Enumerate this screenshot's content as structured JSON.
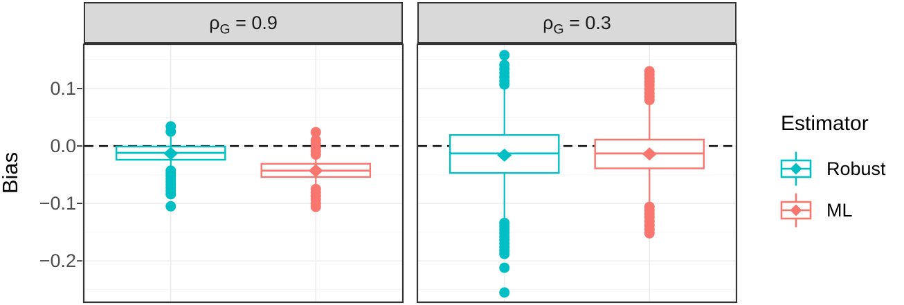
{
  "figure": {
    "y_axis": {
      "title": "Bias",
      "tick_labels": [
        "0.1",
        "0.0",
        "−0.1",
        "−0.2"
      ]
    },
    "facets": [
      {
        "strip": {
          "symbol": "ρ",
          "subscript": "G",
          "rest": " = 0.9"
        }
      },
      {
        "strip": {
          "symbol": "ρ",
          "subscript": "G",
          "rest": " = 0.3"
        }
      }
    ],
    "legend": {
      "title": "Estimator",
      "items": [
        {
          "label": "Robust",
          "color": "#00BFC4"
        },
        {
          "label": "ML",
          "color": "#F8766D"
        }
      ]
    },
    "colors": {
      "robust": "#00BFC4",
      "ml": "#F8766D",
      "strip_bg": "#D9D9D9",
      "panel_border": "#333333",
      "grid_major": "#EBEBEB",
      "grid_minor": "#F4F4F4",
      "reference_line": "#000000",
      "tick_text": "#4D4D4D"
    }
  },
  "chart_data": {
    "type": "boxplot",
    "title": "",
    "ylabel": "Bias",
    "ylim": [
      -0.272,
      0.177
    ],
    "y_ticks": [
      0.1,
      0.0,
      -0.1,
      -0.2
    ],
    "y_minor_ticks": [
      0.15,
      0.05,
      -0.05,
      -0.15,
      -0.25
    ],
    "reference_line_y": 0,
    "grid": true,
    "legend_title": "Estimator",
    "legend_position": "right",
    "facets": [
      {
        "title": "rho_G = 0.9",
        "groups": [
          {
            "name": "Robust",
            "color": "#00BFC4",
            "pos": 1,
            "stats": {
              "whisker_high": 0.016,
              "q3": -0.001,
              "median": -0.012,
              "mean": -0.013,
              "q1": -0.024,
              "whisker_low": -0.038
            },
            "outliers_high": [
              0.034,
              0.025
            ],
            "outliers_low": [
              -0.043,
              -0.047,
              -0.052,
              -0.057,
              -0.062,
              -0.067,
              -0.072,
              -0.078,
              -0.084,
              -0.105
            ]
          },
          {
            "name": "ML",
            "color": "#F8766D",
            "pos": 2,
            "stats": {
              "whisker_high": -0.018,
              "q3": -0.031,
              "median": -0.043,
              "mean": -0.043,
              "q1": -0.054,
              "whisker_low": -0.07
            },
            "outliers_high": [
              0.024,
              0.01,
              0.004,
              -0.003,
              -0.009,
              -0.015
            ],
            "outliers_low": [
              -0.075,
              -0.081,
              -0.087,
              -0.093,
              -0.1,
              -0.106
            ]
          }
        ]
      },
      {
        "title": "rho_G = 0.3",
        "groups": [
          {
            "name": "Robust",
            "color": "#00BFC4",
            "pos": 1,
            "stats": {
              "whisker_high": 0.106,
              "q3": 0.019,
              "median": -0.013,
              "mean": -0.016,
              "q1": -0.047,
              "whisker_low": -0.129
            },
            "outliers_high": [
              0.158,
              0.141,
              0.134,
              0.127,
              0.12,
              0.113,
              0.107
            ],
            "outliers_low": [
              -0.134,
              -0.14,
              -0.146,
              -0.152,
              -0.158,
              -0.164,
              -0.17,
              -0.176,
              -0.182,
              -0.188,
              -0.212,
              -0.255
            ]
          },
          {
            "name": "ML",
            "color": "#F8766D",
            "pos": 2,
            "stats": {
              "whisker_high": 0.077,
              "q3": 0.011,
              "median": -0.013,
              "mean": -0.014,
              "q1": -0.039,
              "whisker_low": -0.104
            },
            "outliers_high": [
              0.13,
              0.124,
              0.118,
              0.112,
              0.106,
              0.099,
              0.092,
              0.086,
              0.08
            ],
            "outliers_low": [
              -0.106,
              -0.112,
              -0.118,
              -0.124,
              -0.131,
              -0.138,
              -0.145,
              -0.152
            ]
          }
        ]
      }
    ]
  }
}
